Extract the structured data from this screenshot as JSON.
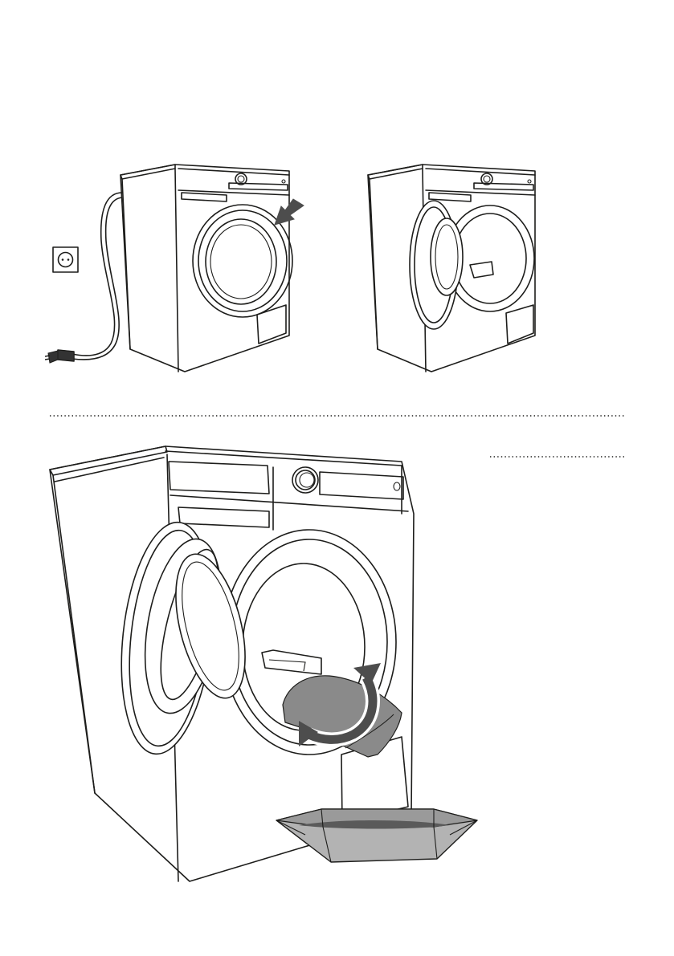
{
  "figures": [
    {
      "name": "step-1-unplug-and-open-service-flap"
    },
    {
      "name": "step-2-open-service-flap"
    },
    {
      "name": "step-3-unscrew-drain-filter-into-tray"
    }
  ],
  "colors": {
    "line": "#1d1d1b",
    "accent_fill": "#8a8a8a",
    "tray_fill": "#b3b3b3",
    "water": "#5a5a5a"
  },
  "icons": [
    "wall-socket-icon",
    "power-plug-icon",
    "push-arrow-icon",
    "rotate-arrows-icon"
  ]
}
